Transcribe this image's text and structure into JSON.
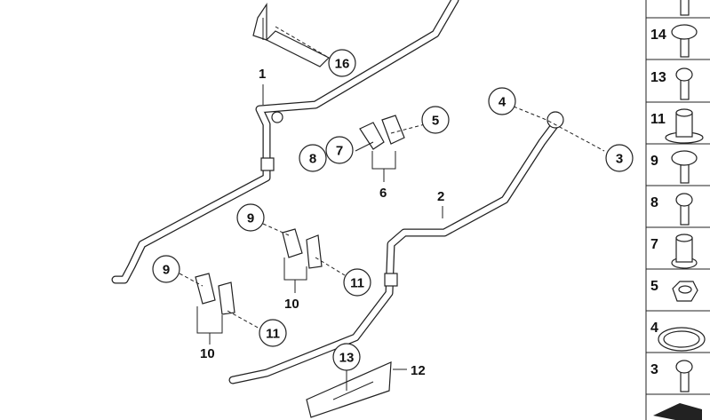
{
  "diagram": {
    "callouts": {
      "c16": "16",
      "c5": "5",
      "c7": "7",
      "c8": "8",
      "c4": "4",
      "c3": "3",
      "c9a": "9",
      "c9b": "9",
      "c11a": "11",
      "c11b": "11",
      "c13": "13"
    },
    "labels": {
      "l1": "1",
      "l2": "2",
      "l6": "6",
      "l10a": "10",
      "l10b": "10",
      "l12": "12"
    }
  },
  "parts_column": {
    "items": [
      {
        "number": "",
        "icon": "bolt-icon"
      },
      {
        "number": "14",
        "icon": "flange-rivet-nut-icon"
      },
      {
        "number": "13",
        "icon": "socket-bolt-icon"
      },
      {
        "number": "11",
        "icon": "flanged-sleeve-icon"
      },
      {
        "number": "9",
        "icon": "pan-head-screw-icon"
      },
      {
        "number": "8",
        "icon": "hex-bolt-icon"
      },
      {
        "number": "7",
        "icon": "rivet-nut-icon"
      },
      {
        "number": "5",
        "icon": "hex-nut-icon"
      },
      {
        "number": "4",
        "icon": "o-ring-icon"
      },
      {
        "number": "3",
        "icon": "hex-bolt-icon"
      },
      {
        "number": "",
        "icon": "bracket-icon"
      }
    ]
  }
}
